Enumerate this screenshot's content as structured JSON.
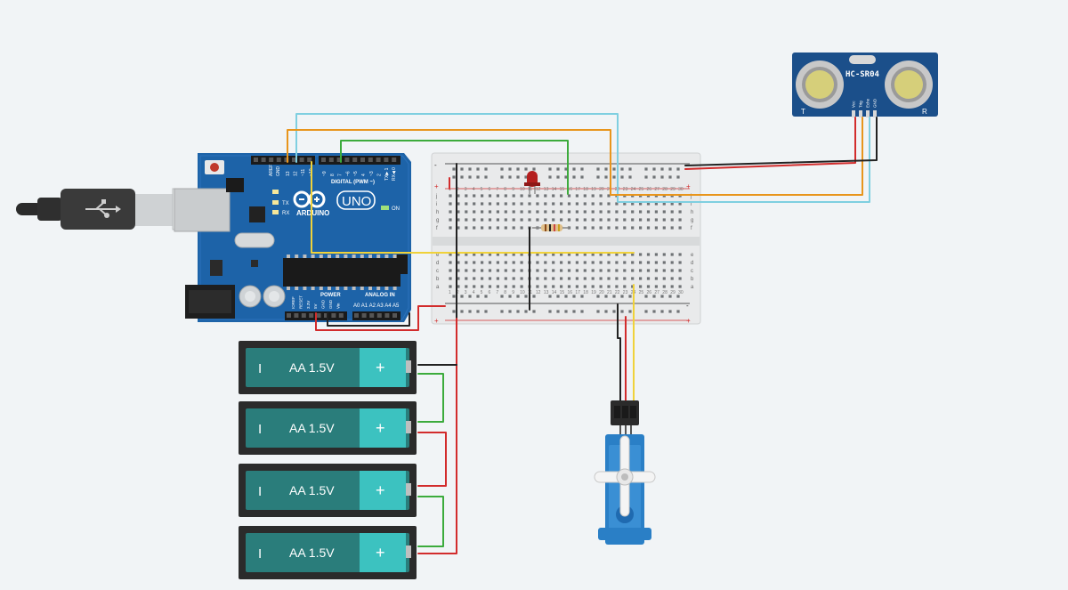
{
  "arduino": {
    "brand": "ARDUINO",
    "model": "UNO",
    "digital_label": "DIGITAL (PWM ~)",
    "power_label": "POWER",
    "analog_label": "ANALOG IN",
    "on_label": "ON",
    "tx_label": "TX",
    "rx_label": "RX",
    "txrx_header": "TX▶ 1",
    "rxrx_header": "RX◀ 0",
    "aref": "AREF",
    "gnd": "GND",
    "digital_pins": [
      "13",
      "12",
      "~11",
      "~10",
      "~9",
      "8",
      "7",
      "~6",
      "~5",
      "4",
      "~3",
      "2"
    ],
    "power_pins": [
      "IOREF",
      "RESET",
      "3.3V",
      "5V",
      "GND",
      "GND",
      "Vin"
    ],
    "analog_pins": [
      "A0",
      "A1",
      "A2",
      "A3",
      "A4",
      "A5"
    ]
  },
  "usb_icon": "usb-icon",
  "sensor": {
    "model": "HC-SR04",
    "pins": [
      "Vcc",
      "Trig",
      "Echo",
      "GND"
    ],
    "left_mark": "T",
    "right_mark": "R"
  },
  "breadboard": {
    "row_letters_top": [
      "j",
      "i",
      "h",
      "g",
      "f"
    ],
    "row_letters_bottom": [
      "e",
      "d",
      "c",
      "b",
      "a"
    ],
    "column_numbers": [
      "1",
      "2",
      "3",
      "4",
      "5",
      "6",
      "7",
      "8",
      "9",
      "10",
      "11",
      "12",
      "13",
      "14",
      "15",
      "16",
      "17",
      "18",
      "19",
      "20",
      "21",
      "22",
      "23",
      "24",
      "25",
      "26",
      "27",
      "28",
      "29",
      "30"
    ],
    "plus": "+",
    "minus": "-"
  },
  "batteries": [
    {
      "label": "AA 1.5V",
      "minus_symbol": "I",
      "plus_symbol": "+"
    },
    {
      "label": "AA 1.5V",
      "minus_symbol": "I",
      "plus_symbol": "+"
    },
    {
      "label": "AA 1.5V",
      "minus_symbol": "I",
      "plus_symbol": "+"
    },
    {
      "label": "AA 1.5V",
      "minus_symbol": "I",
      "plus_symbol": "+"
    }
  ],
  "colors": {
    "background": "#f1f4f6",
    "arduino_board": "#1d63a8",
    "battery_body": "#2a7d7b",
    "battery_cap": "#3cc2c0",
    "sensor_board": "#1b4f8a",
    "servo_body": "#2a7fc6",
    "wire_red": "#d22c2c",
    "wire_black": "#222222",
    "wire_green": "#3cab3c",
    "wire_orange": "#e8951c",
    "wire_cyan": "#7fcfe0",
    "wire_yellow": "#f0d23a"
  }
}
